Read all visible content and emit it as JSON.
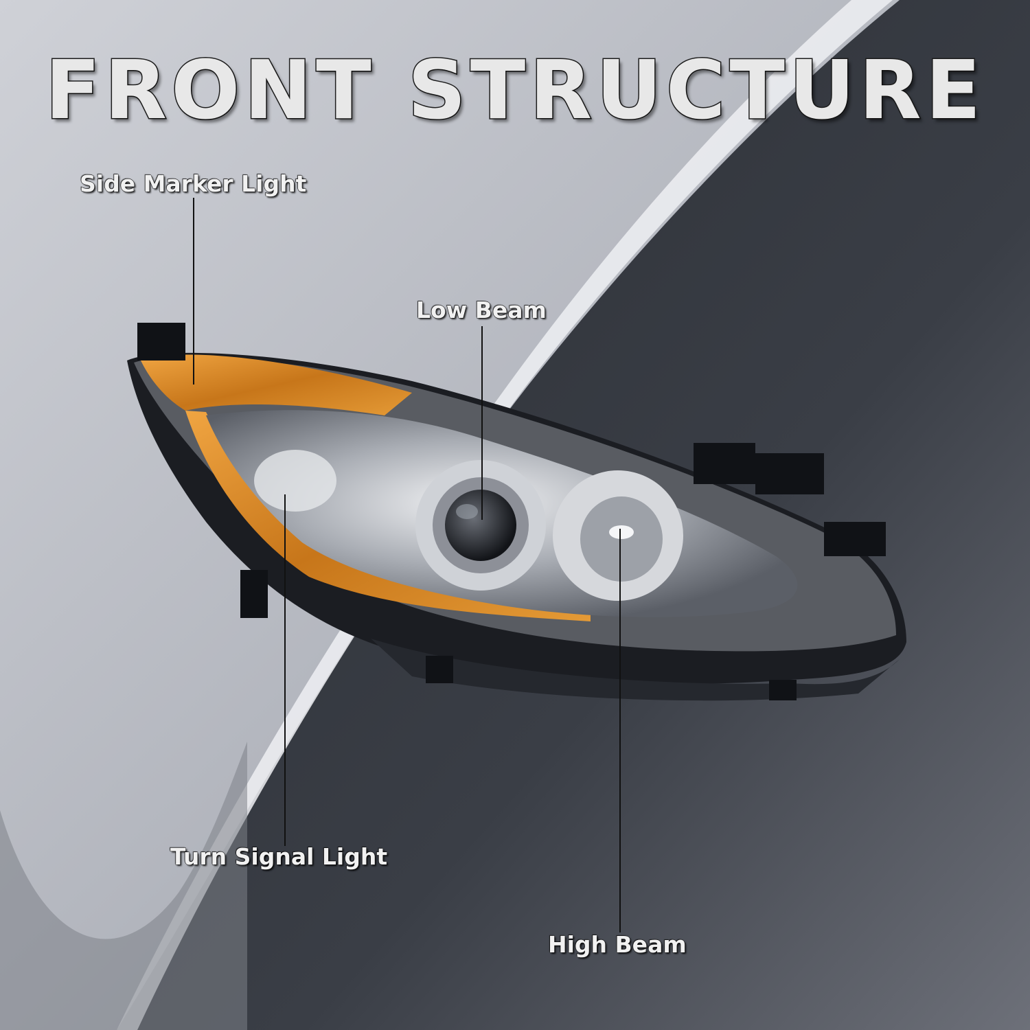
{
  "title": "FRONT STRUCTURE",
  "labels": {
    "side_marker": "Side Marker Light",
    "low_beam": "Low Beam",
    "turn_signal": "Turn Signal Light",
    "high_beam": "High Beam"
  },
  "colors": {
    "background_light": "#c9cbd2",
    "background_dark": "#1e2128",
    "amber": "#d98a1e",
    "chrome": "#b9bcc2",
    "housing": "#15171b"
  }
}
